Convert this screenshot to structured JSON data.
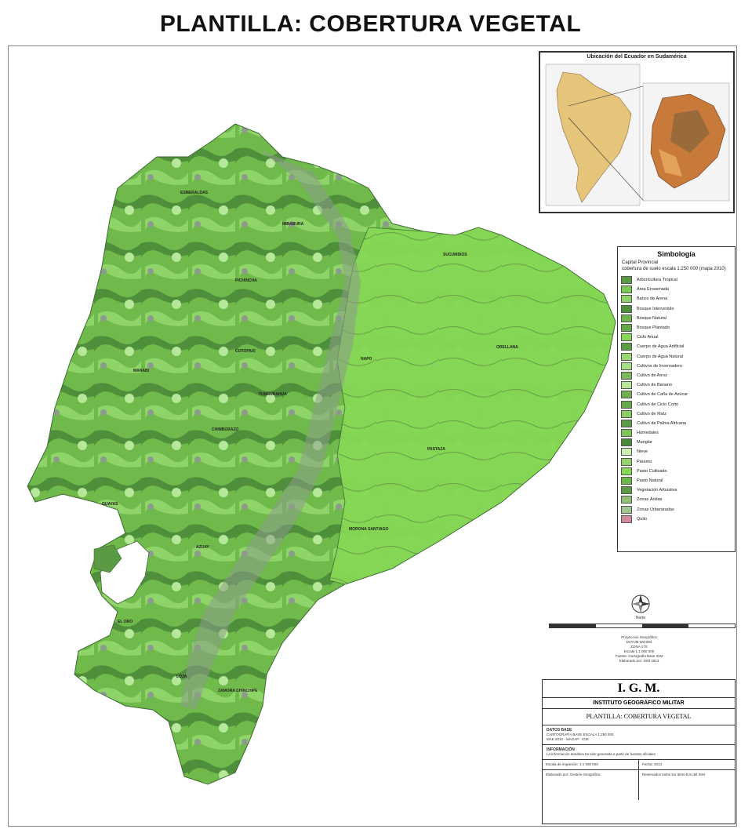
{
  "title": "PLANTILLA: COBERTURA VEGETAL",
  "inset": {
    "title": "Ubicación del Ecuador en Sudamérica",
    "colors": {
      "continent": "#e6c47a",
      "ecuador_a": "#c77a3a",
      "ecuador_b": "#9a6a3a",
      "ecuador_c": "#e3a25a"
    }
  },
  "map": {
    "colors": {
      "dark_forest": "#4f8f3c",
      "mid_green": "#6fba4a",
      "light_green": "#86d855",
      "pale": "#b6e89a",
      "gray": "#8c9c8a"
    },
    "place_labels": [
      "ESMERALDAS",
      "PICHINCHA",
      "IMBABURA",
      "SUCUMBIOS",
      "ORELLANA",
      "NAPO",
      "MANABI",
      "COTOPAXI",
      "TUNGURAHUA",
      "CHIMBORAZO",
      "PASTAZA",
      "GUAYAS",
      "AZUAY",
      "MORONA SANTIAGO",
      "ZAMORA CHINCHIPE",
      "EL ORO",
      "LOJA"
    ]
  },
  "legend": {
    "title": "Simbología",
    "subtitle_lines": [
      "Capital Provincial",
      "cobertura de suelo escala 1:250 000 (mapa 2010)"
    ],
    "items": [
      {
        "label": "Arboricultura Tropical",
        "color": "#5a9a44"
      },
      {
        "label": "Área Erosionada",
        "color": "#7cc956"
      },
      {
        "label": "Banco de Arena",
        "color": "#8fd468"
      },
      {
        "label": "Bosque Intervenido",
        "color": "#4f8f3c"
      },
      {
        "label": "Bosque Natural",
        "color": "#6fb44c"
      },
      {
        "label": "Bosque Plantado",
        "color": "#63a848"
      },
      {
        "label": "Ciclo Anual",
        "color": "#86d855"
      },
      {
        "label": "Cuerpo de Agua Artificial",
        "color": "#5c9e48"
      },
      {
        "label": "Cuerpo de Agua Natural",
        "color": "#9ad874"
      },
      {
        "label": "Cultivos de Invernadero",
        "color": "#a6de86"
      },
      {
        "label": "Cultivo de Arroz",
        "color": "#7ab85a"
      },
      {
        "label": "Cultivo de Banano",
        "color": "#b6e89a"
      },
      {
        "label": "Cultivo de Caña de Azúcar",
        "color": "#70b050"
      },
      {
        "label": "Cultivo de Ciclo Corto",
        "color": "#66a84a"
      },
      {
        "label": "Cultivo de Maíz",
        "color": "#8ccc66"
      },
      {
        "label": "Cultivo de Palma Africana",
        "color": "#5e9c46"
      },
      {
        "label": "Humedales",
        "color": "#7ec85a"
      },
      {
        "label": "Manglar",
        "color": "#4a8838"
      },
      {
        "label": "Nieve",
        "color": "#c8efb2"
      },
      {
        "label": "Páramo",
        "color": "#94d26e"
      },
      {
        "label": "Pasto Cultivado",
        "color": "#86d855"
      },
      {
        "label": "Pasto Natural",
        "color": "#6ab848"
      },
      {
        "label": "Vegetación Arbustiva",
        "color": "#5a9a44"
      },
      {
        "label": "Zonas Áridas",
        "color": "#8fbf78"
      },
      {
        "label": "Zonas Urbanizadas",
        "color": "#a0c890"
      },
      {
        "label": "Quito",
        "color": "#d08a9a"
      }
    ]
  },
  "north_label": "Norte",
  "notes": [
    "Proyección Geográfica",
    "DATUM WGS84",
    "ZONA 17S",
    "Escala 1:1 000 000",
    "Fuente: Cartografía Base IGM",
    "Elaborado por: IGM 2013"
  ],
  "titleblock": {
    "acronym": "I. G. M.",
    "institute": "INSTITUTO GEOGRÁFICO MILITAR",
    "plate": "PLANTILLA: COBERTURA VEGETAL",
    "data_head": "DATOS BASE",
    "data_lines": [
      "CARTOGRAFÍA BASE ESCALA 1:250 000",
      "MAE 2010 - MAGAP - IGM"
    ],
    "info_head": "INFORMACIÓN",
    "info_lines": [
      "La información temática ha sido generada a partir de fuentes oficiales"
    ],
    "scale_cell": "Escala de impresión: 1:1 000 000",
    "date_cell": "Fecha: 2013",
    "credit_cell": "Elaborado por: Gestión Geográfica",
    "rights_cell": "Reservados todos los derechos del IGM"
  }
}
